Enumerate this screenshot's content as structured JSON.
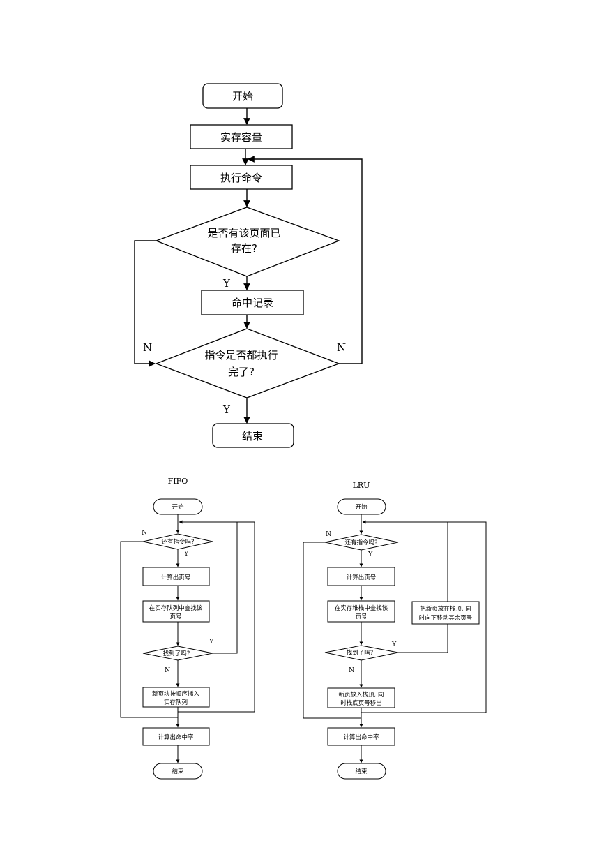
{
  "main_flow": {
    "start": "开始",
    "memory": "实存容量",
    "execute": "执行命令",
    "decision_page_line1": "是否有该页面已",
    "decision_page_line2": "存在?",
    "hit": "命中记录",
    "decision_done_line1": "指令是否都执行",
    "decision_done_line2": "完了?",
    "end": "结束",
    "label_y1": "Y",
    "label_y2": "Y",
    "label_n_left": "N",
    "label_n_right": "N"
  },
  "fifo": {
    "title": "FIFO",
    "start": "开始",
    "has_cmd": "还有指令吗?",
    "calc_page": "计算出页号",
    "search_line1": "在实存队列中查找该",
    "search_line2": "页号",
    "found": "找到了吗?",
    "load_line1": "新页块按顺序插入",
    "load_line2": "实存队列",
    "hit_rate": "计算出命中率",
    "end": "结束",
    "n_top": "N",
    "y_top": "Y",
    "y_found": "Y",
    "n_found": "N"
  },
  "lru": {
    "title": "LRU",
    "start": "开始",
    "has_cmd": "还有指令吗?",
    "calc_page": "计算出页号",
    "search_line1": "在实存堆栈中查找该",
    "search_line2": "页号",
    "move_line1": "把新页放在栈顶, 同",
    "move_line2": "时向下移动其余页号",
    "found": "找到了吗?",
    "load_line1": "新页放入栈顶, 同",
    "load_line2": "时栈底页号移出",
    "hit_rate": "计算出命中率",
    "end": "结束",
    "n_top": "N",
    "y_top": "Y",
    "y_found": "Y",
    "n_found": "N"
  }
}
